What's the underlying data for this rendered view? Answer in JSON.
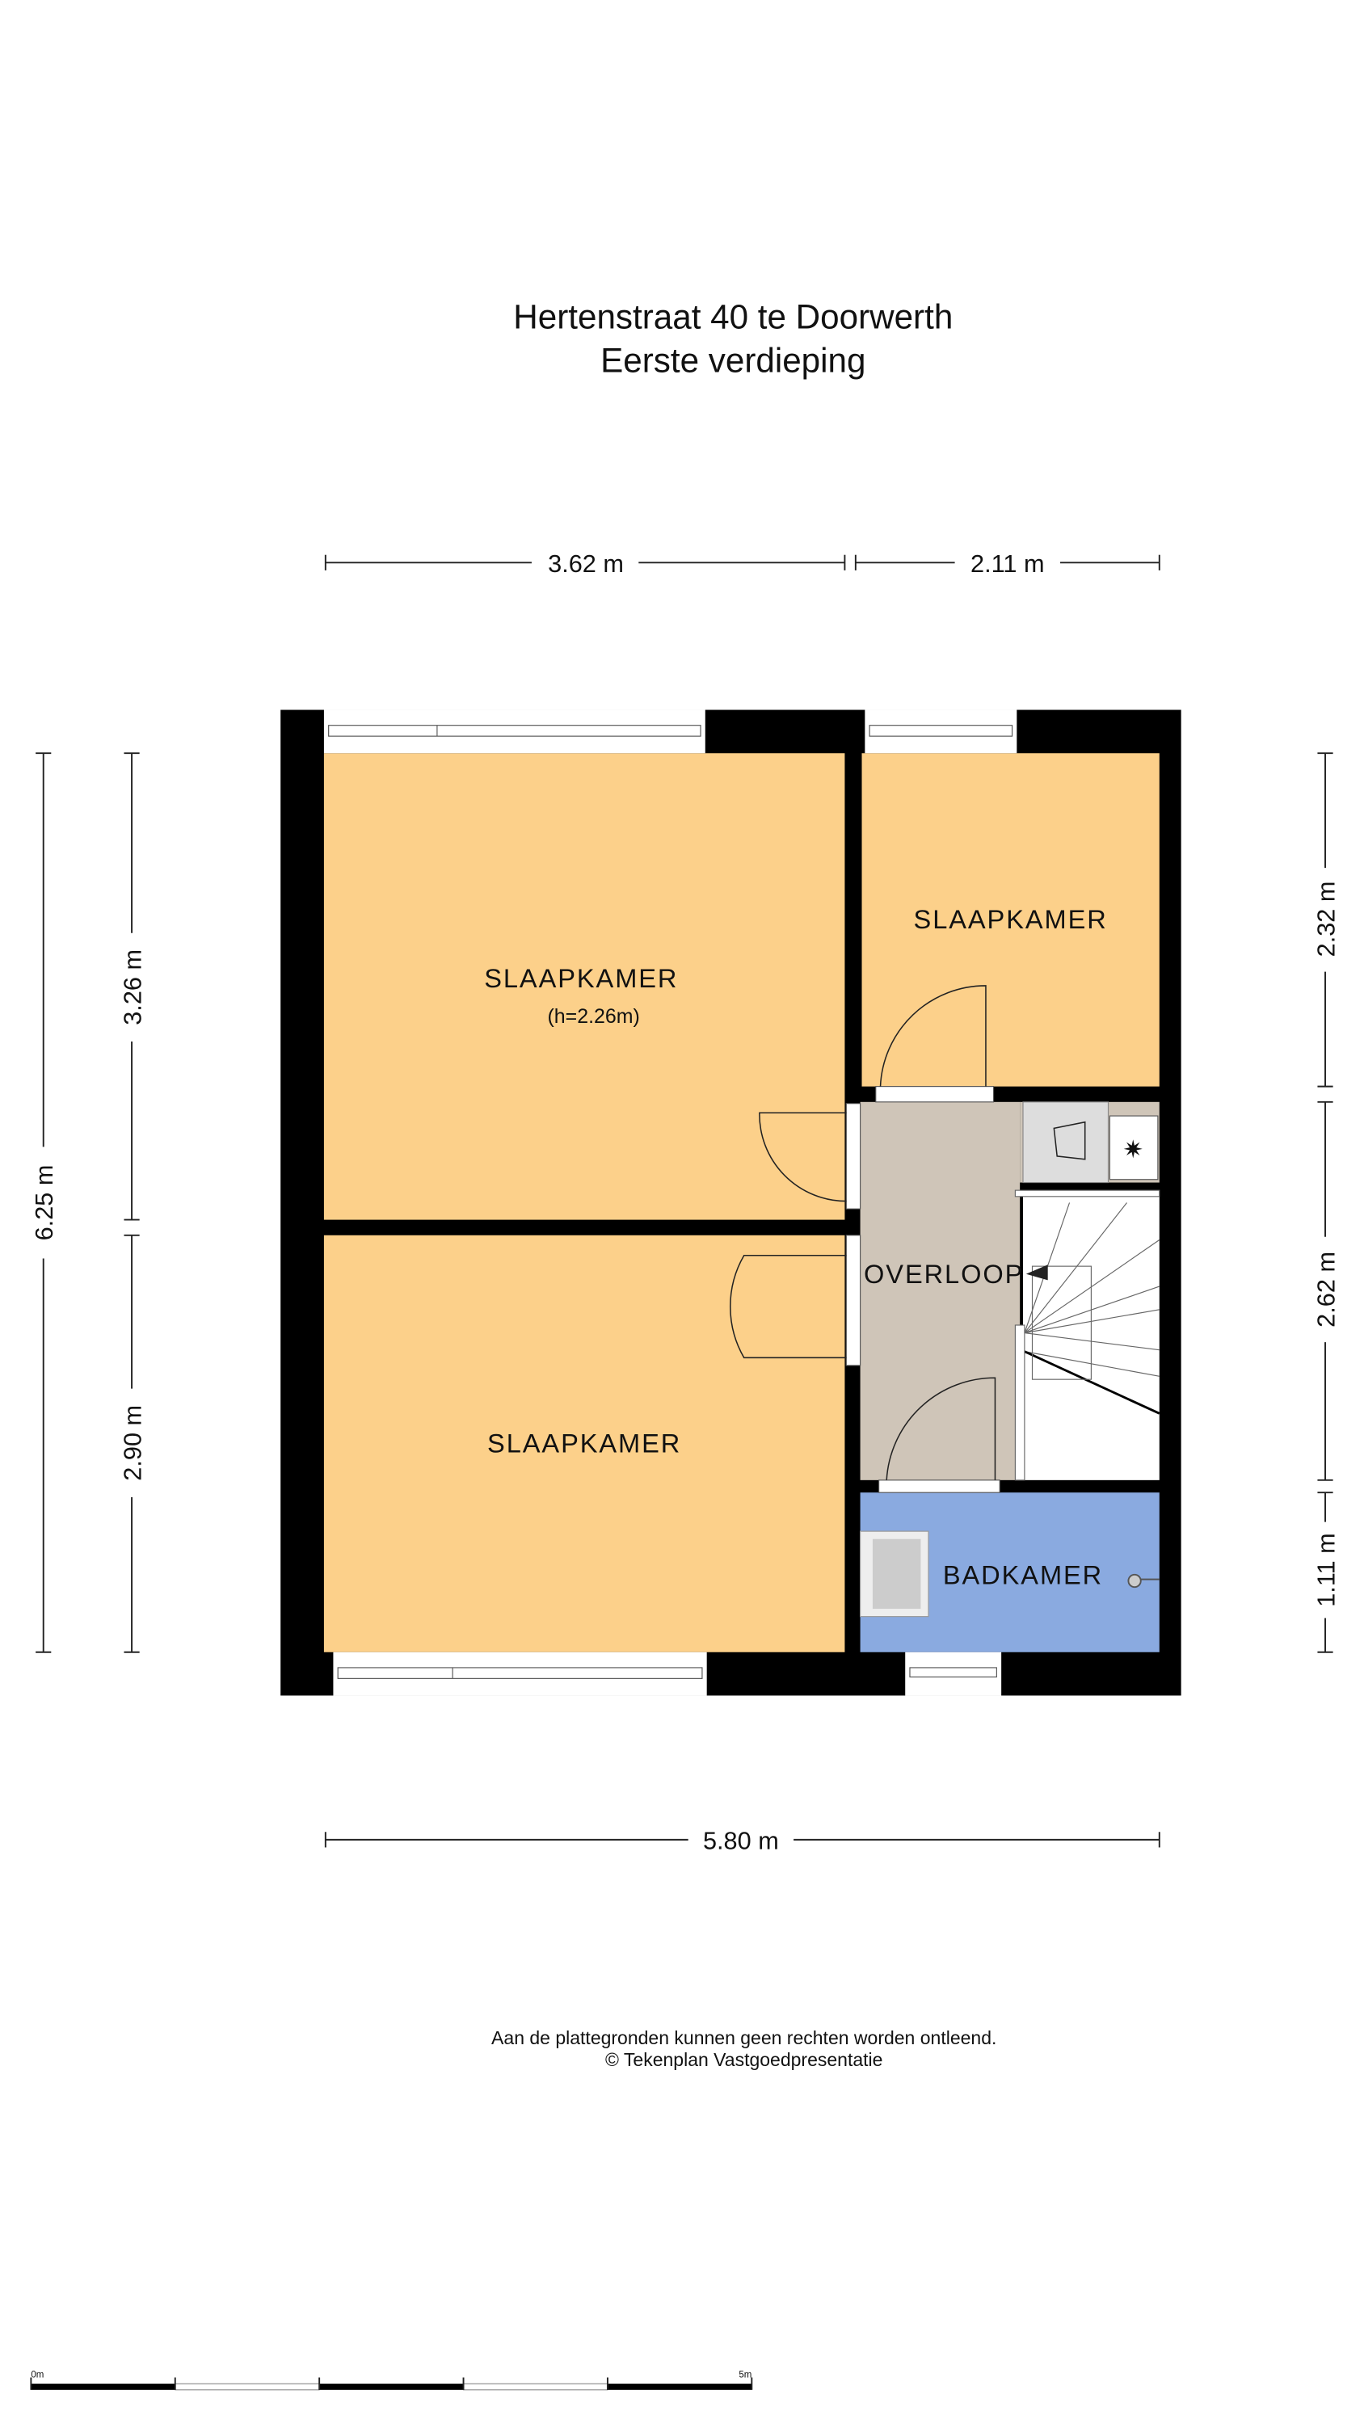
{
  "title": {
    "line1": "Hertenstraat 40 te Doorwerth",
    "line2": "Eerste verdieping"
  },
  "dimensions": {
    "top_left": "3.62 m",
    "top_right": "2.11 m",
    "bottom": "5.80 m",
    "left_total": "6.25 m",
    "left_upper": "3.26 m",
    "left_lower": "2.90 m",
    "right_upper": "2.32 m",
    "right_middle": "2.62 m",
    "right_lower": "1.11 m"
  },
  "rooms": {
    "bedroom_1": {
      "label": "SLAAPKAMER",
      "height_note": "(h=2.26m)"
    },
    "bedroom_2": {
      "label": "SLAAPKAMER"
    },
    "bedroom_3": {
      "label": "SLAAPKAMER"
    },
    "landing": {
      "label": "OVERLOOP"
    },
    "bathroom": {
      "label": "BADKAMER"
    }
  },
  "colors": {
    "bedroom": "#fcd08a",
    "landing": "#cfc5b8",
    "bathroom": "#8aaae0",
    "wall": "#000000"
  },
  "footer": {
    "disclaimer": "Aan de plattegronden kunnen geen rechten worden ontleend.",
    "copyright": "© Tekenplan Vastgoedpresentatie"
  },
  "scale_bar": {
    "start": "0m",
    "end": "5m"
  }
}
